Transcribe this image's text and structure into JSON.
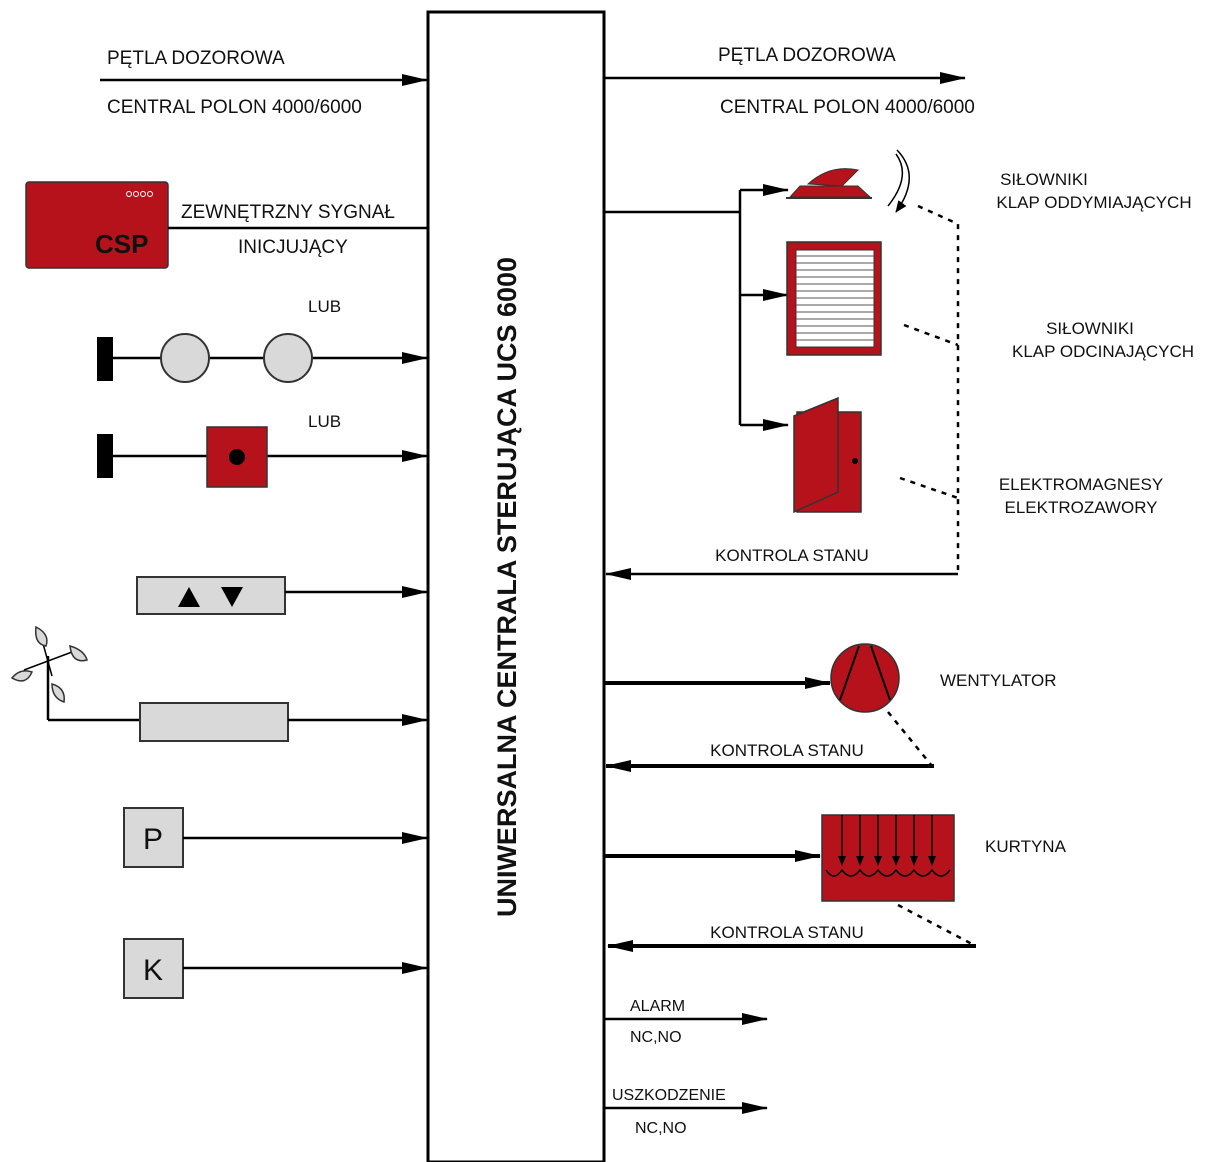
{
  "center_label": "UNIWERSALNA CENTRALA STERUJĄCA UCS 6000",
  "left": {
    "loop_title": "PĘTLA DOZOROWA",
    "loop_sub": "CENTRAL POLON 4000/6000",
    "csp_text": "CSP",
    "ext_signal_1": "ZEWNĘTRZNY SYGNAŁ",
    "ext_signal_2": "INICJUJĄCY",
    "or_1": "LUB",
    "or_2": "LUB",
    "p_label": "P",
    "k_label": "K"
  },
  "right": {
    "loop_title": "PĘTLA DOZOROWA",
    "loop_sub": "CENTRAL POLON 4000/6000",
    "smoke_1": "SIŁOWNIKI",
    "smoke_2": "KLAP ODDYMIAJĄCYCH",
    "cut_1": "SIŁOWNIKI",
    "cut_2": "KLAP ODCINAJĄCYCH",
    "mag_1": "ELEKTROMAGNESY",
    "mag_2": "ELEKTROZAWORY",
    "status_1": "KONTROLA STANU",
    "fan": "WENTYLATOR",
    "status_2": "KONTROLA STANU",
    "curtain": "KURTYNA",
    "status_3": "KONTROLA STANU",
    "alarm": "ALARM",
    "alarm_sub": "NC,NO",
    "fault": "USZKODZENIE",
    "fault_sub": "NC,NO"
  },
  "colors": {
    "accent": "#b5121b",
    "device_gray": "#d9d9d9"
  }
}
